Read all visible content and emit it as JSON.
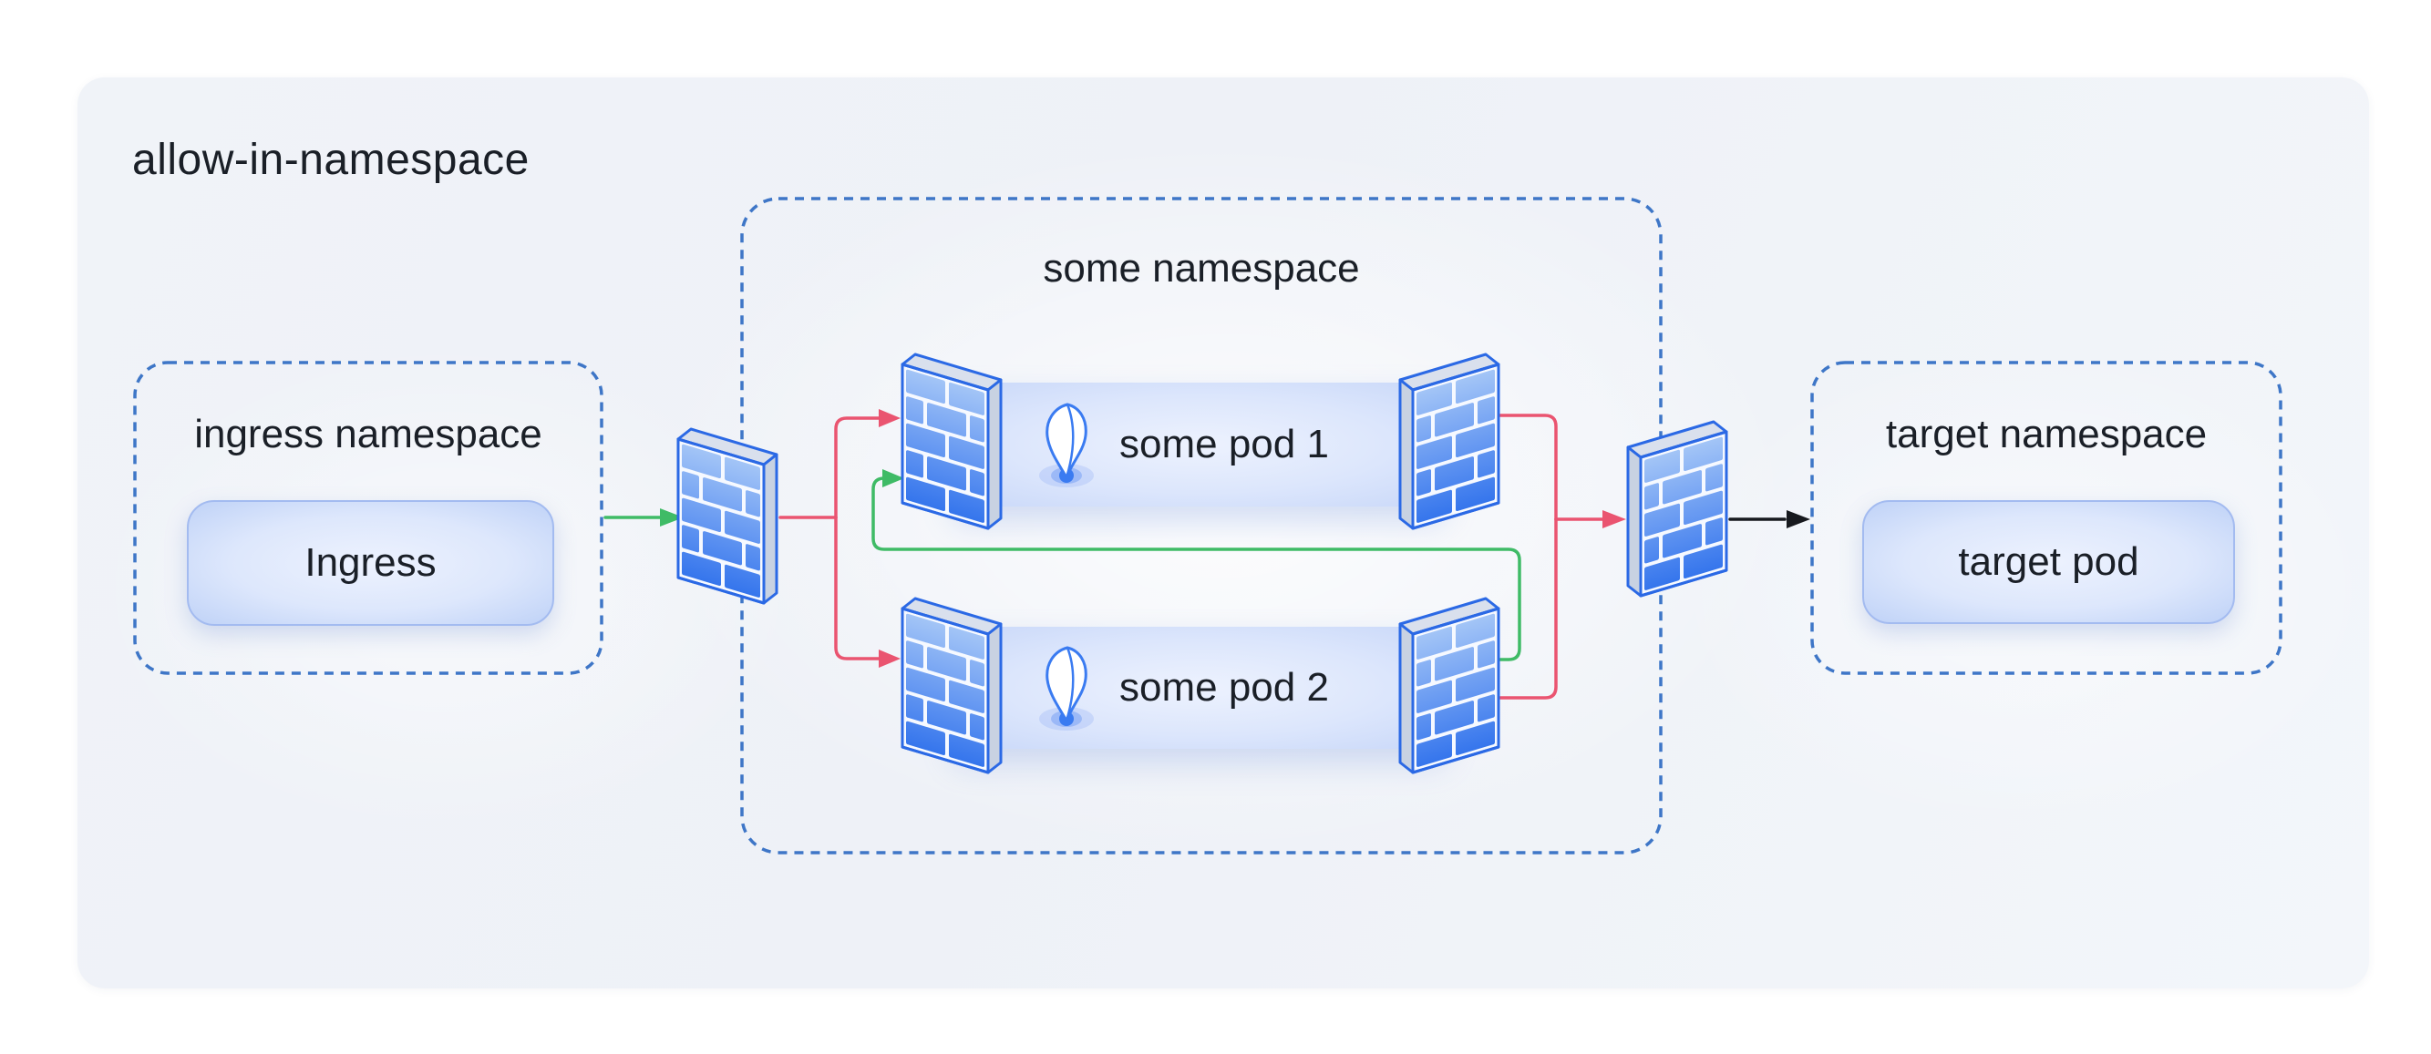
{
  "title": "allow-in-namespace",
  "namespaces": {
    "ingress": {
      "label": "ingress namespace",
      "pod": "Ingress"
    },
    "some": {
      "label": "some namespace",
      "pod1": "some pod 1",
      "pod2": "some pod 2"
    },
    "target": {
      "label": "target namespace",
      "pod": "target pod"
    }
  },
  "icons": {
    "firewall": "brick-firewall-icon",
    "pod_marker": "balloon-drop-icon"
  },
  "edges": [
    {
      "from": "Ingress",
      "to": "some-namespace-entry-firewall",
      "color": "#3fbb66",
      "meaning": "allowed"
    },
    {
      "from": "some-namespace-entry-firewall",
      "to": "some-pod-1-firewall",
      "color": "#ea5470",
      "meaning": "denied"
    },
    {
      "from": "some-namespace-entry-firewall",
      "to": "some-pod-2-firewall",
      "color": "#ea5470",
      "meaning": "denied"
    },
    {
      "from": "some-pod-2",
      "to": "some-pod-1-firewall",
      "color": "#3fbb66",
      "meaning": "allowed"
    },
    {
      "from": "some-pod-1-firewall",
      "to": "target-namespace-firewall",
      "color": "#ea5470",
      "meaning": "denied"
    },
    {
      "from": "some-pod-2-firewall",
      "to": "target-namespace-firewall",
      "color": "#ea5470",
      "meaning": "denied"
    },
    {
      "from": "target-namespace-firewall",
      "to": "target-pod",
      "color": "#17191e",
      "meaning": "forward"
    }
  ],
  "colors": {
    "allow-green": "#3fbb66",
    "deny-red": "#ea5470",
    "arrow-black": "#17191e",
    "dash-blue": "#3e76c7",
    "text-dark": "#1a1f27",
    "card-bg": "#f1f4f9",
    "brick-light": "#a6c7f7",
    "brick-mid": "#6b9cf2",
    "brick-dark": "#3273ec",
    "brick-border": "#2b69e5",
    "wall-edge": "#d9e0ed",
    "wall-side": "#c8d2e2",
    "pod-bar-edge": "#c9d8f9",
    "pod-bar-center": "#edf2fe",
    "pill-border": "#a3bbf0",
    "icon-blue": "#3a7bf1"
  }
}
